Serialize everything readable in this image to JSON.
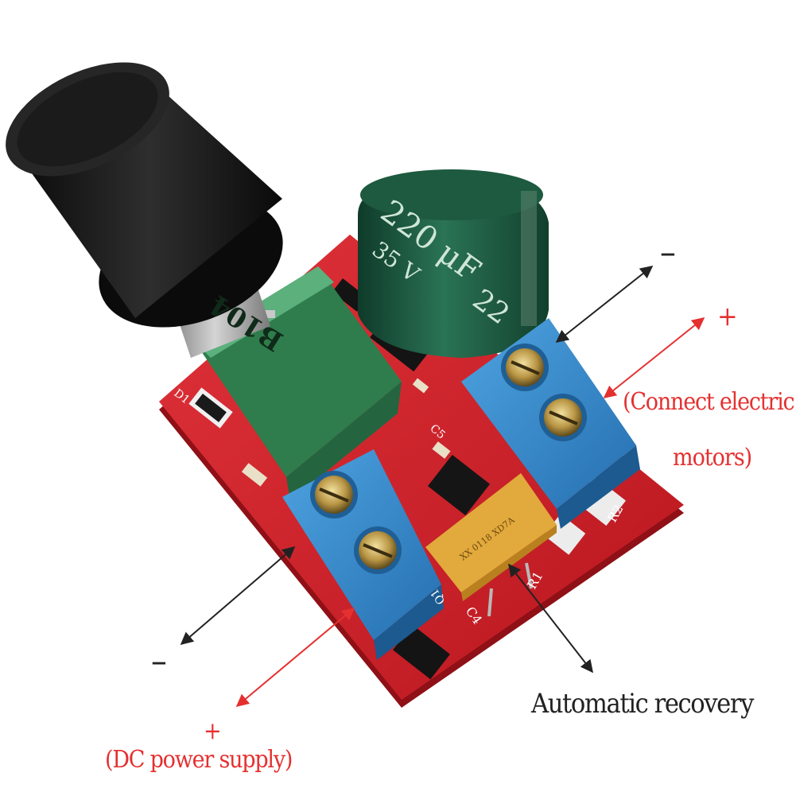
{
  "image": {
    "subject": "Mini DC motor PWM speed controller board with rotary potentiometer knob, electrolytic capacitor and two blue screw terminal blocks"
  },
  "component_markings": {
    "capacitor_value": "220 μF",
    "capacitor_voltage": "35 V",
    "capacitor_side": "22",
    "potentiometer": "B104",
    "fuse": "XX 0118 XD7A",
    "silk_r1": "R1",
    "silk_r2": "R2",
    "silk_c4": "C4",
    "silk_c5": "C5",
    "silk_d1": "D1",
    "silk_q1": "Q1"
  },
  "annotations": {
    "motor_minus": "–",
    "motor_plus": "+",
    "motor_line1": "(Connect electric",
    "motor_line2": "motors)",
    "power_minus": "–",
    "power_plus": "+",
    "power_label": "(DC power supply)",
    "recovery_label": "Automatic recovery"
  },
  "colors": {
    "annotation_red": "#e53030",
    "annotation_black": "#222222",
    "pcb_red": "#d4232a",
    "terminal_blue": "#3a8fd0",
    "capacitor_green": "#1f5a42",
    "pot_green": "#3f9a63",
    "knob_black": "#151515",
    "fuse_yellow": "#e2a93c"
  }
}
